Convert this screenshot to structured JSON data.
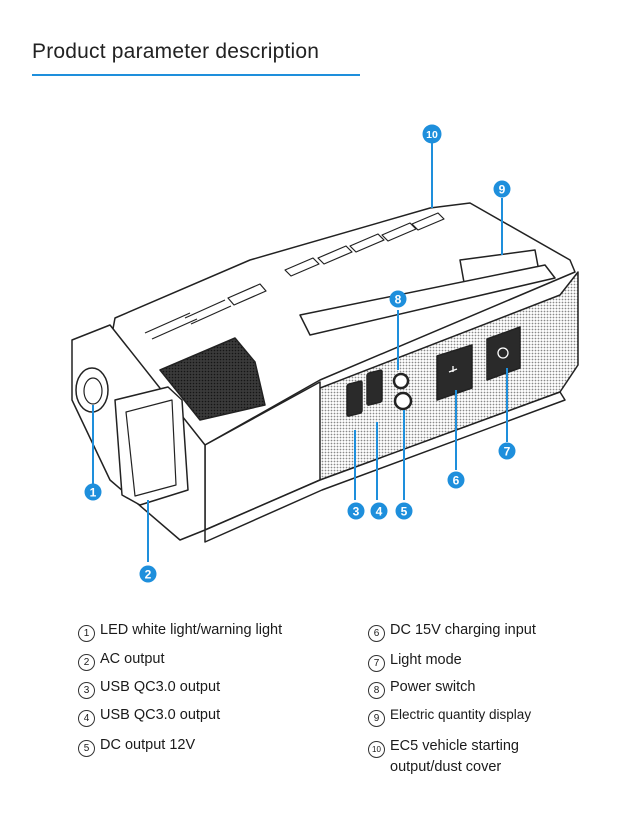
{
  "page": {
    "title": "Product parameter description"
  },
  "colors": {
    "accent": "#1e8fdc",
    "ink": "#1a1a1a",
    "display_dark": "#2a2a2a"
  },
  "callouts": [
    "1",
    "2",
    "3",
    "4",
    "5",
    "6",
    "7",
    "8",
    "9",
    "10"
  ],
  "legend": {
    "left": [
      {
        "num": "1",
        "text": "LED white light/warning light"
      },
      {
        "num": "2",
        "text": "AC output"
      },
      {
        "num": "3",
        "text": "USB QC3.0 output"
      },
      {
        "num": "4",
        "text": "USB QC3.0 output"
      },
      {
        "num": "5",
        "text": "DC output 12V"
      }
    ],
    "right": [
      {
        "num": "6",
        "text": "DC 15V charging input"
      },
      {
        "num": "7",
        "text": "Light mode"
      },
      {
        "num": "8",
        "text": "Power switch"
      },
      {
        "num": "9",
        "text": "Electric quantity display"
      },
      {
        "num": "10",
        "text": "EC5 vehicle starting",
        "text2": "output/dust cover"
      }
    ]
  }
}
